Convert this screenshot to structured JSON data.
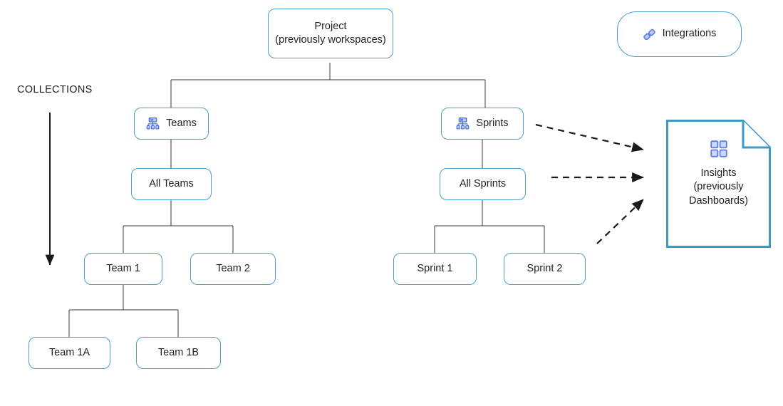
{
  "diagram": {
    "title_annotation": "COLLECTIONS",
    "accent_color": "#4a9fcb",
    "icon_color": "#5b7ce6",
    "line_color": "#3a3a3a",
    "text_color": "#1f1f1f",
    "nodes": {
      "project": {
        "label": "Project\n(previously workspaces)",
        "icon": null
      },
      "integrations": {
        "label": "Integrations",
        "icon": "link-chain-icon"
      },
      "teams": {
        "label": "Teams",
        "icon": "org-chart-icon"
      },
      "sprints": {
        "label": "Sprints",
        "icon": "org-chart-icon"
      },
      "all_teams": {
        "label": "All Teams",
        "icon": null
      },
      "all_sprints": {
        "label": "All Sprints",
        "icon": null
      },
      "team_1": {
        "label": "Team 1",
        "icon": null
      },
      "team_2": {
        "label": "Team 2",
        "icon": null
      },
      "team_1a": {
        "label": "Team 1A",
        "icon": null
      },
      "team_1b": {
        "label": "Team 1B",
        "icon": null
      },
      "sprint_1": {
        "label": "Sprint 1",
        "icon": null
      },
      "sprint_2": {
        "label": "Sprint 2",
        "icon": null
      },
      "insights": {
        "label": "Insights\n(previously\nDashboards)",
        "icon": "dashboard-grid-icon"
      }
    },
    "connections": [
      {
        "from": "project",
        "to": "teams",
        "style": "solid"
      },
      {
        "from": "project",
        "to": "sprints",
        "style": "solid"
      },
      {
        "from": "teams",
        "to": "all_teams",
        "style": "solid"
      },
      {
        "from": "all_teams",
        "to": "team_1",
        "style": "solid"
      },
      {
        "from": "all_teams",
        "to": "team_2",
        "style": "solid"
      },
      {
        "from": "team_1",
        "to": "team_1a",
        "style": "solid"
      },
      {
        "from": "team_1",
        "to": "team_1b",
        "style": "solid"
      },
      {
        "from": "sprints",
        "to": "all_sprints",
        "style": "solid"
      },
      {
        "from": "all_sprints",
        "to": "sprint_1",
        "style": "solid"
      },
      {
        "from": "all_sprints",
        "to": "sprint_2",
        "style": "solid"
      },
      {
        "from": "sprints",
        "to": "insights",
        "style": "dashed"
      },
      {
        "from": "all_sprints",
        "to": "insights",
        "style": "dashed"
      },
      {
        "from": "sprint_2",
        "to": "insights",
        "style": "dashed"
      }
    ]
  }
}
